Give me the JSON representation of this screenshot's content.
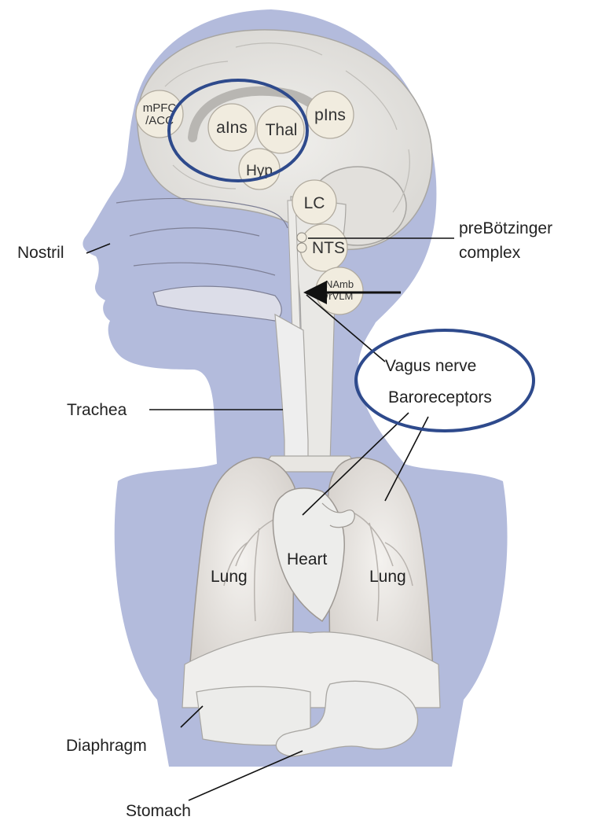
{
  "labels": {
    "mpfc": "mPFC",
    "acc": "/ACC",
    "ains": "aIns",
    "thal": "Thal",
    "pins": "pIns",
    "hyp": "Hyp",
    "lc": "LC",
    "nts": "NTS",
    "namb": "NAmb",
    "rvlm": "/rVLM",
    "prebotzinger_1": "preBötzinger",
    "prebotzinger_2": "complex",
    "nostril": "Nostril",
    "vagus_nerve": "Vagus nerve",
    "baroreceptors": "Baroreceptors",
    "trachea": "Trachea",
    "heart": "Heart",
    "lung_left": "Lung",
    "lung_right": "Lung",
    "diaphragm": "Diaphragm",
    "stomach": "Stomach"
  },
  "colors": {
    "body": "#b3bbdc",
    "brain": "#e7e6e3",
    "organ": "#e9e6e3",
    "region": "#f1ecdf",
    "highlight": "#2e4a8c"
  }
}
